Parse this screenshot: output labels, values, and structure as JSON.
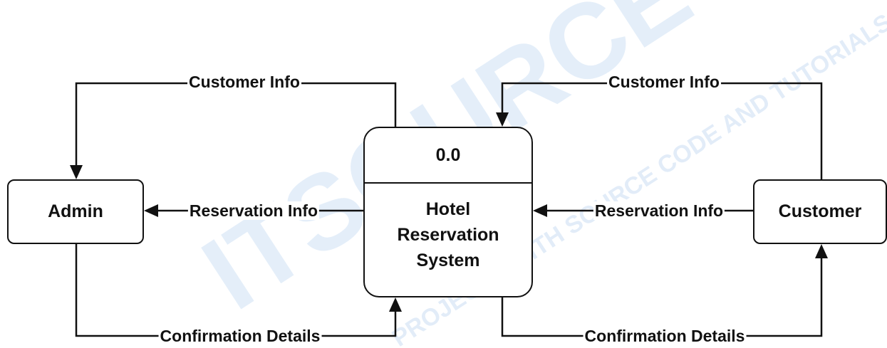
{
  "entities": {
    "admin": "Admin",
    "customer": "Customer"
  },
  "process": {
    "id": "0.0",
    "name_lines": [
      "Hotel",
      "Reservation",
      "System"
    ]
  },
  "flows": {
    "admin_customer_info": "Customer Info",
    "admin_reservation_info": "Reservation Info",
    "admin_confirmation_details": "Confirmation Details",
    "customer_customer_info": "Customer Info",
    "customer_reservation_info": "Reservation Info",
    "customer_confirmation_details": "Confirmation Details"
  },
  "watermark": {
    "main": "ITSOURCECODE",
    "sub": "PROJECTS WITH SOURCE CODE AND TUTORIALS"
  },
  "colors": {
    "line": "#111111",
    "watermark": "#cfe1f5"
  }
}
